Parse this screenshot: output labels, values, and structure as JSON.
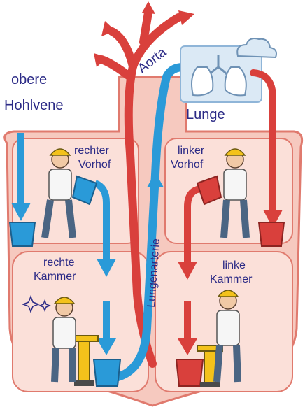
{
  "labels": {
    "obere": "obere",
    "hohlvene": "Hohlvene",
    "aorta": "Aorta",
    "lunge": "Lunge",
    "rechter": "rechter",
    "vorhof_r": "Vorhof",
    "linker": "linker",
    "vorhof_l": "Vorhof",
    "rechte": "rechte",
    "kammer_r": "Kammer",
    "linke": "linke",
    "kammer_l": "Kammer",
    "lungenarterie": "Lungenarterie"
  },
  "colors": {
    "heart_fill": "#f6c9bf",
    "heart_outline": "#e07a6e",
    "chamber_fill": "#fbe0d9",
    "blue_blood": "#2a9ad8",
    "red_blood": "#d9403c",
    "lung_fill": "#dbe9f5",
    "label_text": "#2b2a86",
    "hat": "#f3c21b"
  },
  "icons": [
    "cloud-icon",
    "sparkle-icon",
    "bucket-icon",
    "pump-icon",
    "worker-icon",
    "lung-icon"
  ]
}
